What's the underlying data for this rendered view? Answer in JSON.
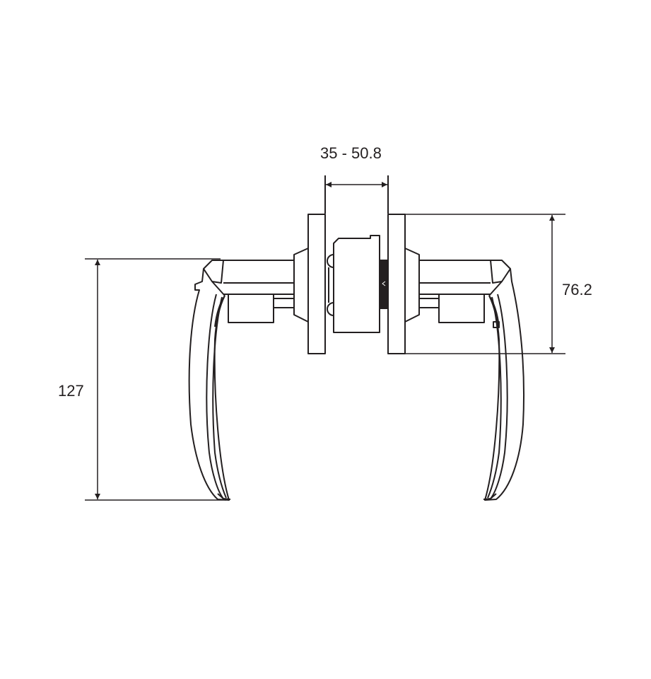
{
  "diagram": {
    "subject": "lever door handle set, front elevation",
    "line_color": "#231f20",
    "background": "#ffffff",
    "dimensions": {
      "door_thickness": {
        "label": "35 - 50.8",
        "orientation": "horizontal"
      },
      "rose_diameter": {
        "label": "76.2",
        "orientation": "vertical"
      },
      "lever_height": {
        "label": "127",
        "orientation": "vertical"
      }
    }
  }
}
